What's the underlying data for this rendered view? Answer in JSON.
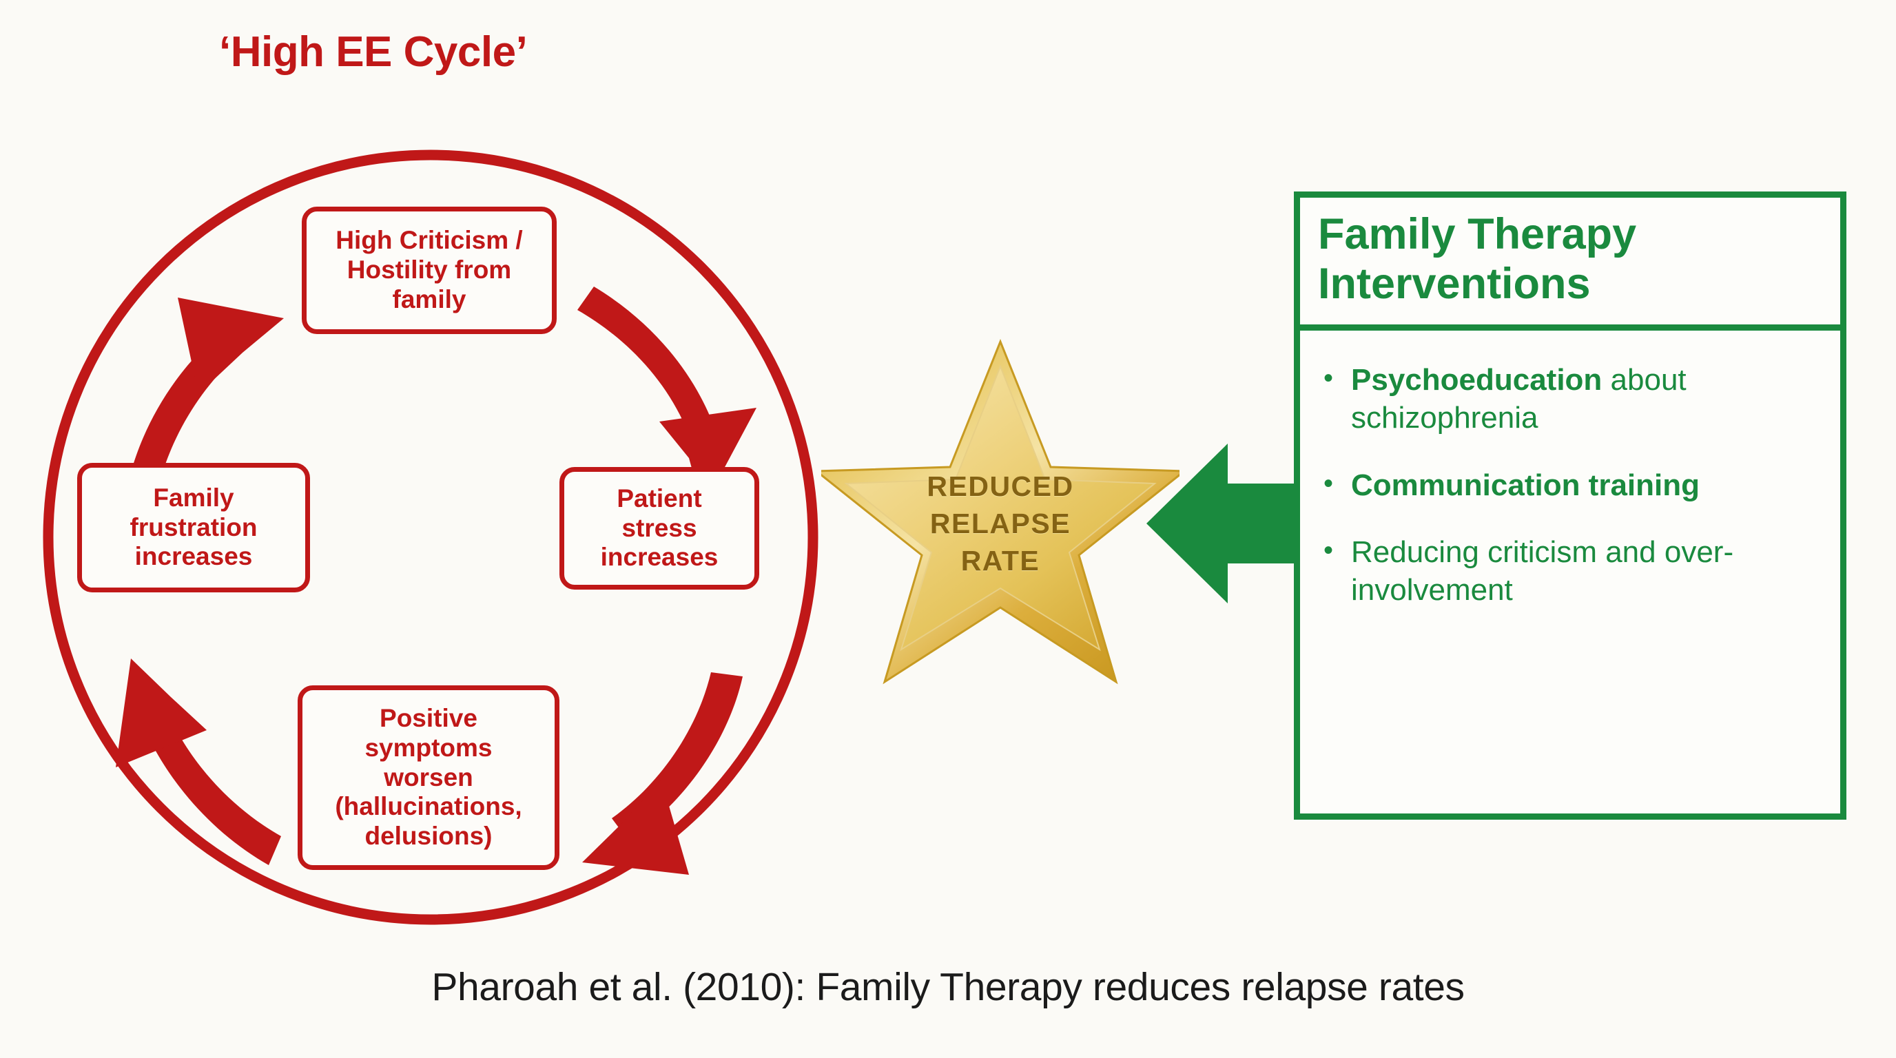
{
  "cycle": {
    "title": "‘High EE Cycle’",
    "accent_color": "#c01818",
    "nodes": [
      {
        "id": "criticism",
        "label": "High Criticism /\nHostility from\nfamily"
      },
      {
        "id": "stress",
        "label": "Patient\nstress\nincreases"
      },
      {
        "id": "symptoms",
        "label": "Positive\nsymptoms\nworsen\n(hallucinations,\ndelusions)"
      },
      {
        "id": "frustration",
        "label": "Family\nfrustration\nincreases"
      }
    ]
  },
  "star": {
    "line1": "REDUCED",
    "line2": "RELAPSE",
    "line3": "RATE",
    "fill_color": "#e8c15a",
    "text_color": "#846214"
  },
  "panel": {
    "accent_color": "#1a8a3e",
    "header": "Family Therapy\nInterventions",
    "bullets": [
      {
        "bullet": "•",
        "strong": "Psychoeducation",
        "regular": "about schizophrenia"
      },
      {
        "bullet": "•",
        "strong": "Communication training",
        "regular": ""
      },
      {
        "bullet": "•",
        "strong": "",
        "regular": "Reducing criticism and over-involvement"
      }
    ]
  },
  "caption": "Pharoah et al. (2010): Family Therapy reduces relapse rates"
}
